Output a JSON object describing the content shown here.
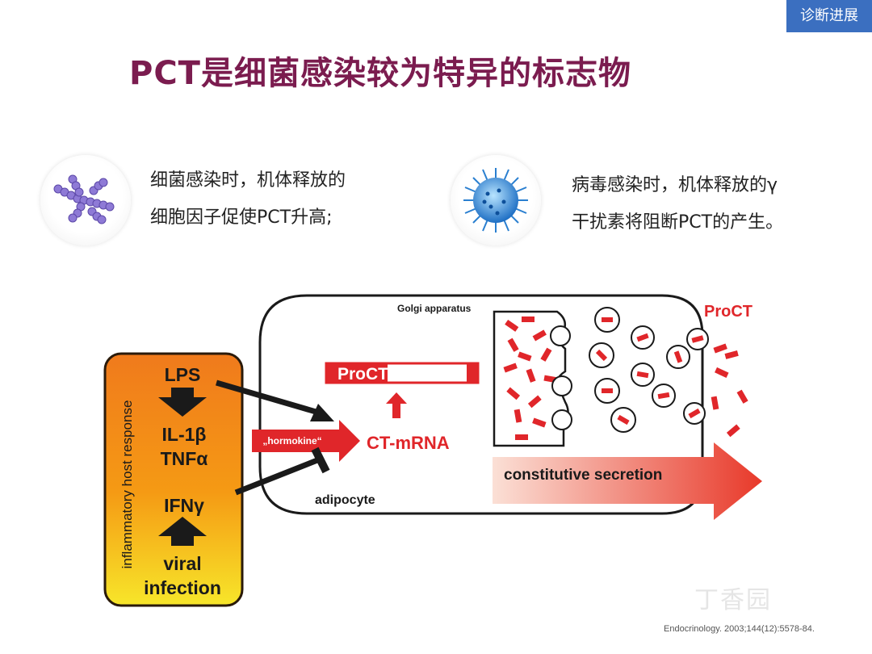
{
  "header_tag": "诊断进展",
  "title": "PCT是细菌感染较为特异的标志物",
  "left_caption": {
    "line1": "细菌感染时，机体释放的",
    "line2": "细胞因子促使PCT升高;"
  },
  "right_caption": {
    "line1": "病毒感染时，机体释放的γ",
    "line2": "干扰素将阻断PCT的产生。"
  },
  "diagram": {
    "host_box_label": "inflammatory host response",
    "lps": "LPS",
    "il1b": "IL-1β",
    "tnfa": "TNFα",
    "ifng": "IFNγ",
    "viral": "viral",
    "infection": "infection",
    "hormokine": "„hormokine“",
    "procalcitonin_bar_label": "ProCT",
    "ct_mrna": "CT-mRNA",
    "golgi": "Golgi apparatus",
    "proct_out": "ProCT",
    "secretion": "constitutive secretion",
    "adipocyte": "adipocyte"
  },
  "citation": "Endocrinology. 2003;144(12):5578-84.",
  "watermark": "丁香园",
  "colors": {
    "title": "#7b1c4f",
    "tag_bg": "#3b6fc0",
    "accent_red": "#e0262a"
  }
}
